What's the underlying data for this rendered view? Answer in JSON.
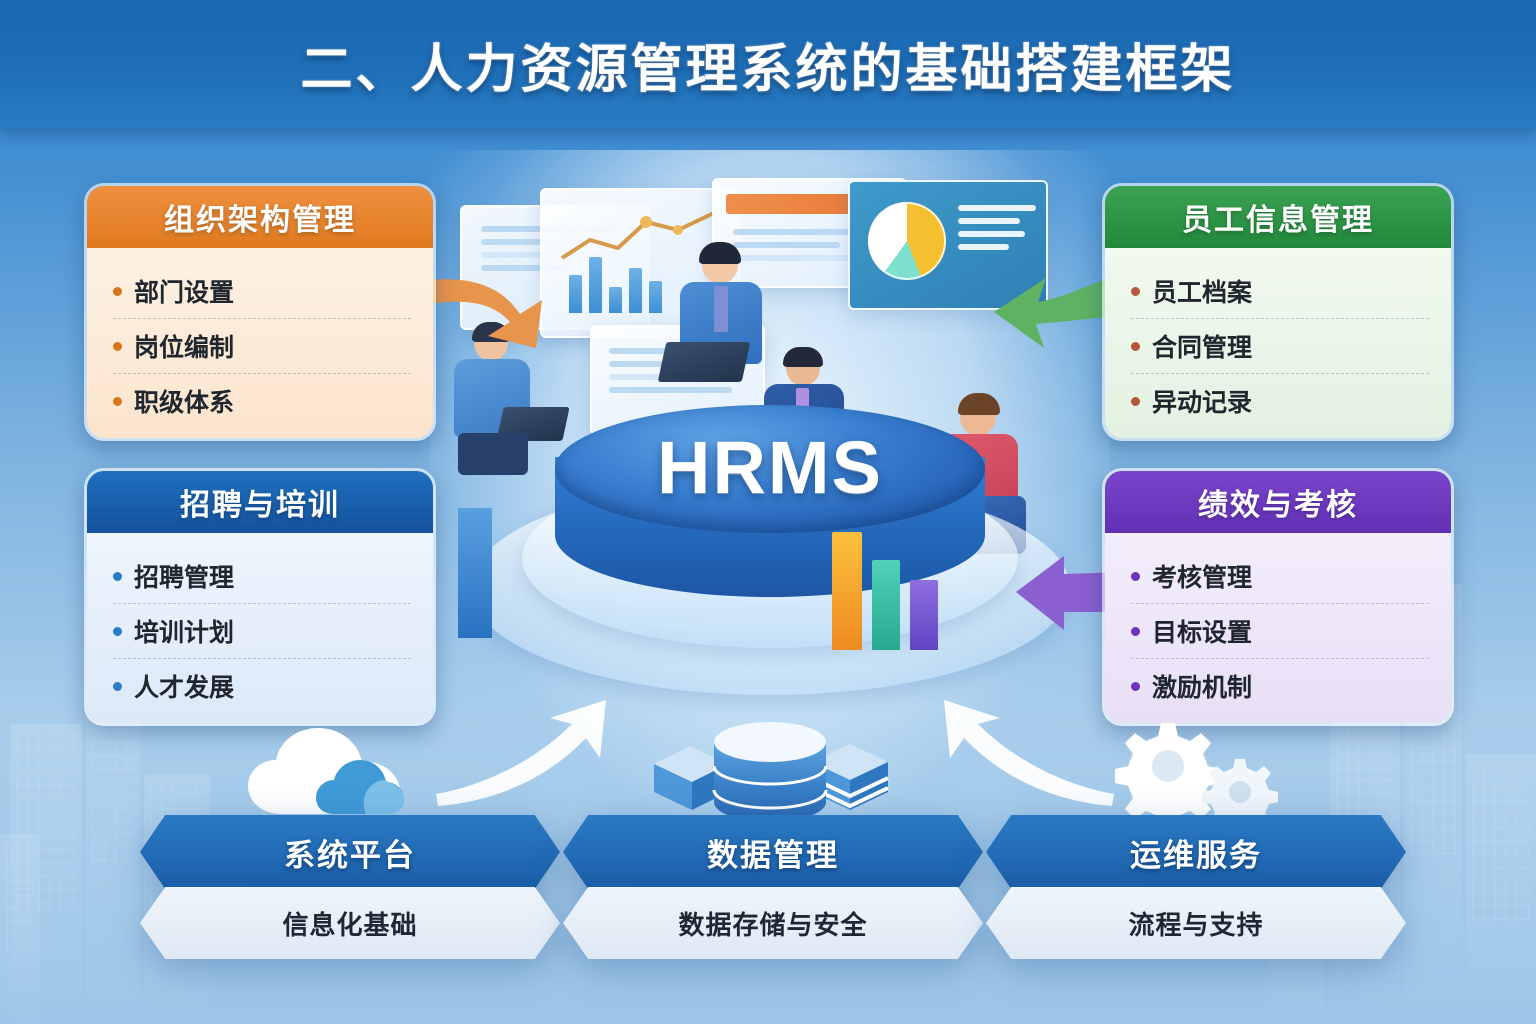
{
  "header": {
    "title": "二、人力资源管理系统的基础搭建框架"
  },
  "center": {
    "platform_label": "HRMS"
  },
  "colors": {
    "title_band": "#1e6fb8",
    "background_top": "#2a79c2",
    "background_bottom": "#9cc5e8",
    "org_accent": "#e07a1f",
    "employee_accent": "#22883b",
    "recruit_accent": "#14529c",
    "performance_accent": "#6130b4",
    "platform_blue": "#2663b6"
  },
  "cards": [
    {
      "id": "org",
      "title": "组织架构管理",
      "accent": "#e07a1f",
      "items": [
        "部门设置",
        "岗位编制",
        "职级体系"
      ]
    },
    {
      "id": "employee",
      "title": "员工信息管理",
      "accent": "#22883b",
      "items": [
        "员工档案",
        "合同管理",
        "异动记录"
      ]
    },
    {
      "id": "recruit",
      "title": "招聘与培训",
      "accent": "#14529c",
      "items": [
        "招聘管理",
        "培训计划",
        "人才发展"
      ]
    },
    {
      "id": "performance",
      "title": "绩效与考核",
      "accent": "#6130b4",
      "items": [
        "考核管理",
        "目标设置",
        "激励机制"
      ]
    }
  ],
  "plinths": [
    {
      "id": "cloud",
      "icon": "cloud-icon",
      "title": "系统平台",
      "subtitle": "信息化基础"
    },
    {
      "id": "data",
      "icon": "database-icon",
      "title": "数据管理",
      "subtitle": "数据存储与安全"
    },
    {
      "id": "service",
      "icon": "gears-icon",
      "title": "运维服务",
      "subtitle": "流程与支持"
    }
  ],
  "arrows": [
    {
      "name": "org-to-center",
      "direction": "right",
      "color": "#e8954c"
    },
    {
      "name": "employee-to-center",
      "direction": "left",
      "color": "#5fb264"
    },
    {
      "name": "recruit-to-center",
      "direction": "right",
      "color": "#ffffff"
    },
    {
      "name": "performance-to-center",
      "direction": "left",
      "color": "#8a5fd0"
    },
    {
      "name": "cloud-to-center",
      "direction": "up-right",
      "color": "#ffffff"
    },
    {
      "name": "service-to-center",
      "direction": "up-left",
      "color": "#ffffff"
    }
  ],
  "illustration": {
    "people_count": 4,
    "elements": [
      "dashboard-screen",
      "line-chart",
      "bar-chart",
      "pie-chart",
      "laptop",
      "office-desk"
    ]
  }
}
